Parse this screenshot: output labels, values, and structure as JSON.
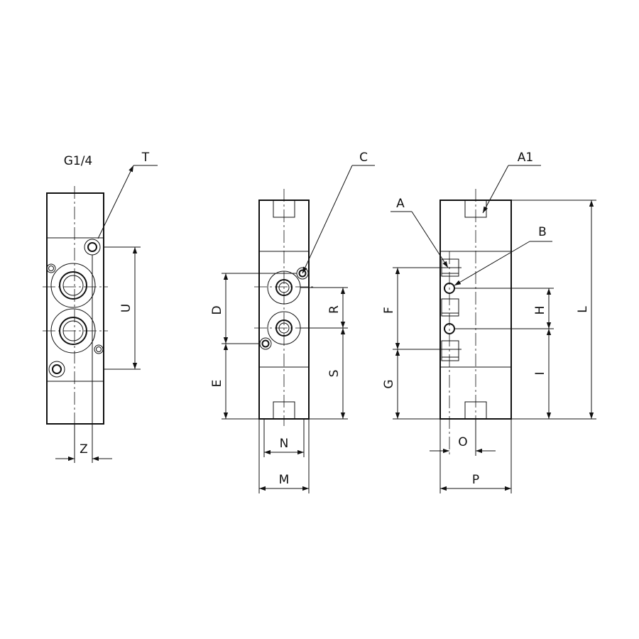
{
  "thread_note": "G1/4",
  "view_left": {
    "callout": "T",
    "dims": {
      "u": "U",
      "z": "Z"
    }
  },
  "view_middle": {
    "callout": "C",
    "dims": {
      "d": "D",
      "e": "E",
      "r": "R",
      "s": "S",
      "n": "N",
      "m": "M"
    }
  },
  "view_right": {
    "callouts": {
      "a1": "A1",
      "a": "A",
      "b": "B"
    },
    "dims": {
      "f": "F",
      "g": "G",
      "h": "H",
      "i": "I",
      "l": "L",
      "o": "O",
      "p": "P"
    }
  }
}
